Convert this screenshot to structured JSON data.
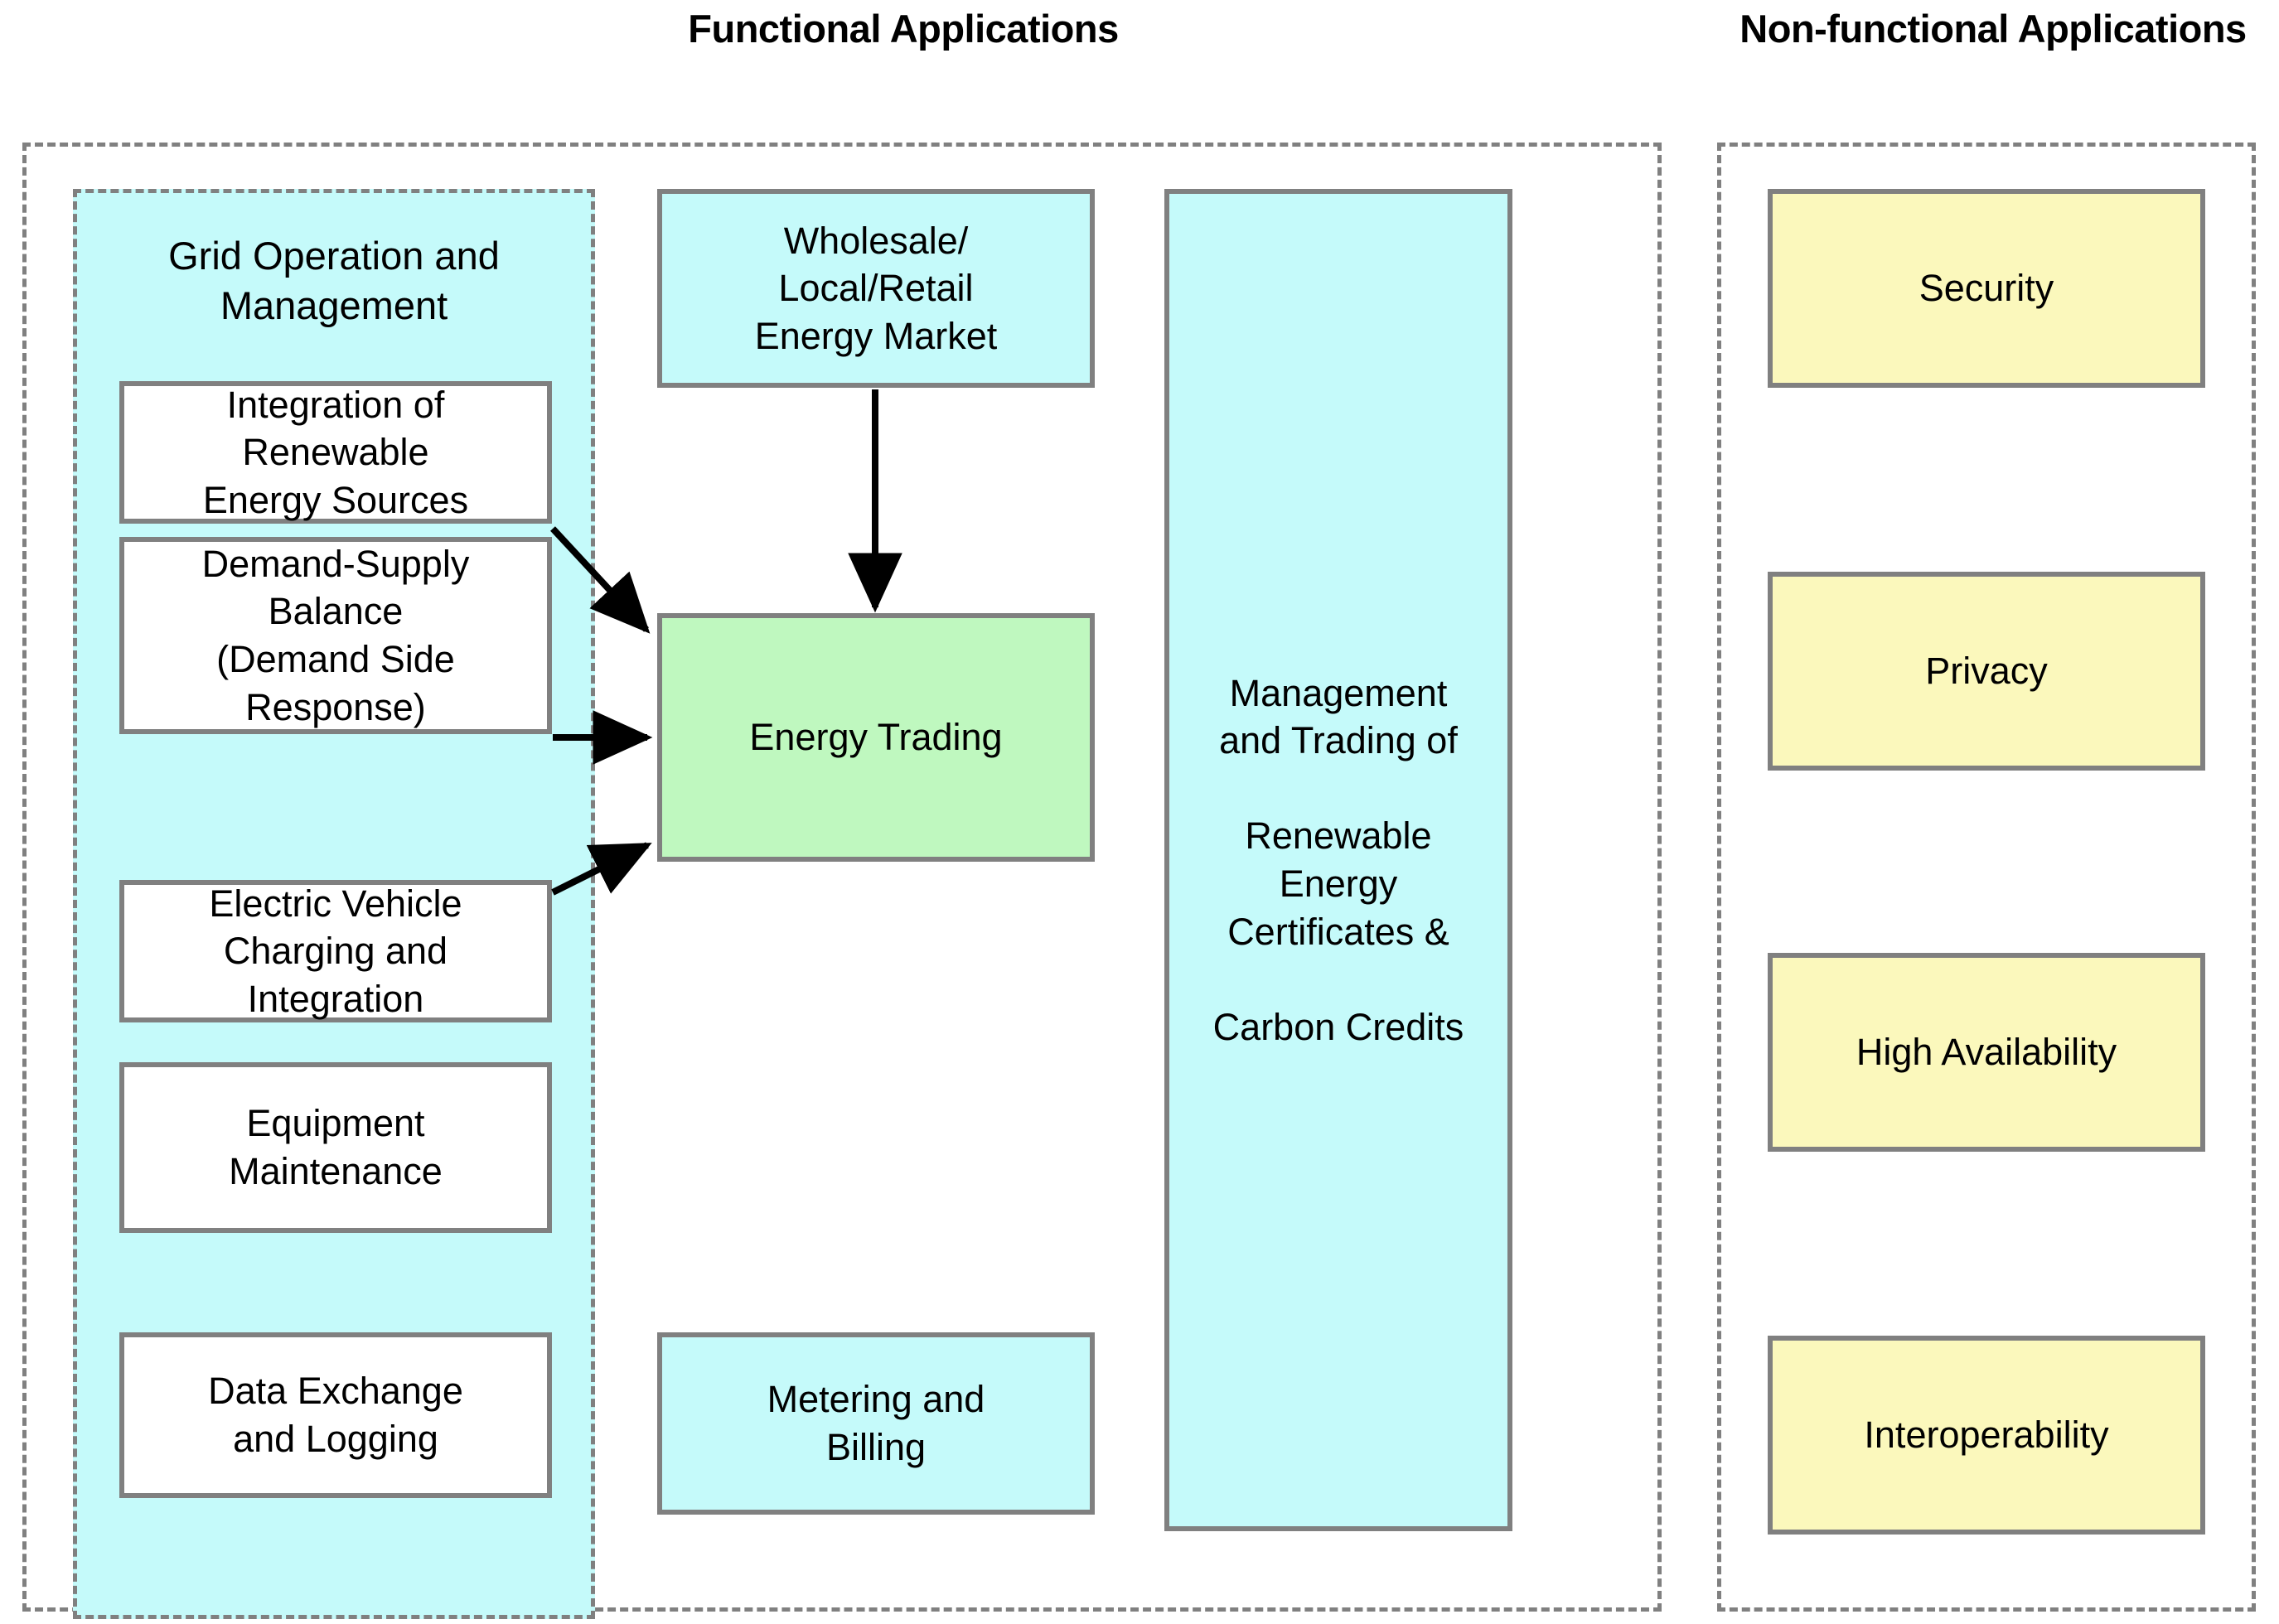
{
  "headings": {
    "functional": "Functional\nApplications",
    "nonfunctional": "Non-functional\nApplications"
  },
  "functional_panel": {
    "grid_group": {
      "label": "Grid Operation\nand Management",
      "items": [
        {
          "id": "renewable-integration",
          "label": "Integration of\nRenewable\nEnergy Sources"
        },
        {
          "id": "demand-supply-balance",
          "label": "Demand-Supply\nBalance\n(Demand Side\nResponse)"
        },
        {
          "id": "ev-charging",
          "label": "Electric Vehicle\nCharging and\nIntegration"
        },
        {
          "id": "equipment-maintenance",
          "label": "Equipment\nMaintenance"
        },
        {
          "id": "data-exchange",
          "label": "Data Exchange\nand Logging"
        }
      ]
    },
    "middle_items": [
      {
        "id": "energy-market",
        "label": "Wholesale/\nLocal/Retail\nEnergy Market"
      },
      {
        "id": "energy-trading",
        "label": "Energy Trading"
      },
      {
        "id": "metering-billing",
        "label": "Metering and\nBilling"
      }
    ],
    "right_item": {
      "id": "rec-carbon-credits",
      "label": "Management\nand Trading of\n\nRenewable\nEnergy\nCertificates &\n\nCarbon Credits"
    }
  },
  "nonfunctional_panel": {
    "items": [
      {
        "id": "security",
        "label": "Security"
      },
      {
        "id": "privacy",
        "label": "Privacy"
      },
      {
        "id": "high-availability",
        "label": "High Availability"
      },
      {
        "id": "interoperability",
        "label": "Interoperability"
      }
    ]
  },
  "connections": [
    {
      "from": "renewable-integration",
      "to": "energy-trading"
    },
    {
      "from": "demand-supply-balance",
      "to": "energy-trading"
    },
    {
      "from": "ev-charging",
      "to": "energy-trading"
    },
    {
      "from": "energy-market",
      "to": "energy-trading"
    }
  ],
  "colors": {
    "group_fill": "#C5FAFA",
    "box_cyan": "#C5FAFA",
    "box_green": "#BFF8BF",
    "box_yellow": "#FBF8BC",
    "box_white": "#FFFFFF",
    "border_gray": "#808080",
    "text": "#000000"
  }
}
